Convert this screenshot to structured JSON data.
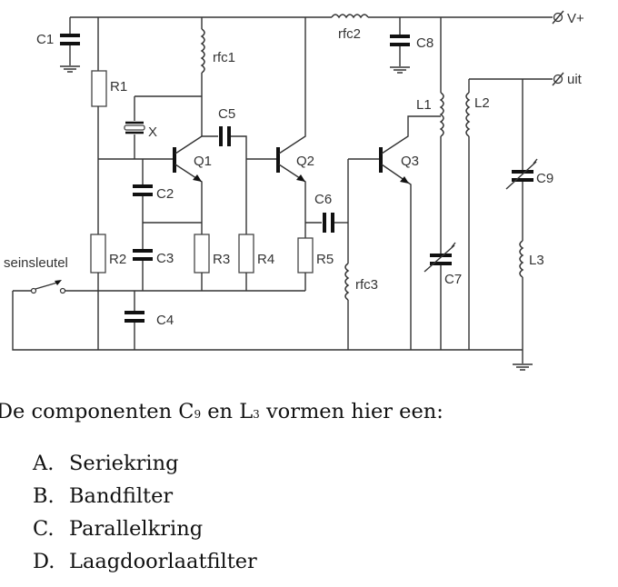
{
  "diagram": {
    "labels": {
      "C1": "C1",
      "R1": "R1",
      "rfc1": "rfc1",
      "X": "X",
      "C5": "C5",
      "Q1": "Q1",
      "Q2": "Q2",
      "C2": "C2",
      "R2": "R2",
      "C3": "C3",
      "R3": "R3",
      "R4": "R4",
      "R5": "R5",
      "C6": "C6",
      "C4": "C4",
      "seinsleutel": "seinsleutel",
      "rfc2": "rfc2",
      "C8": "C8",
      "Vplus": "V+",
      "uit": "uit",
      "L1": "L1",
      "L2": "L2",
      "Q3": "Q3",
      "C9": "C9",
      "C7": "C7",
      "L3": "L3",
      "rfc3": "rfc3"
    },
    "terminal_symbol": "ø"
  },
  "question": {
    "text_before": "De componenten C",
    "sub1": "9",
    "text_middle": " en L",
    "sub2": "3",
    "text_after": " vormen hier een:"
  },
  "options": [
    {
      "letter": "A.",
      "text": "Seriekring"
    },
    {
      "letter": "B.",
      "text": "Bandfilter"
    },
    {
      "letter": "C.",
      "text": "Parallelkring"
    },
    {
      "letter": "D.",
      "text": "Laagdoorlaatfilter"
    }
  ]
}
